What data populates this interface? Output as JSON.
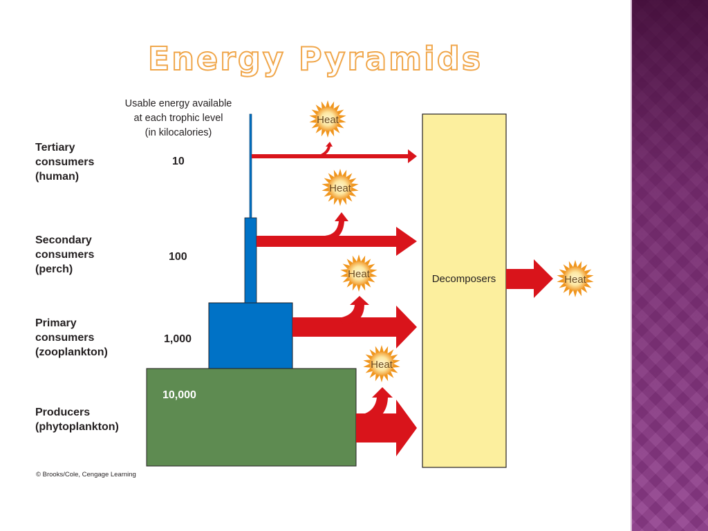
{
  "title": "Energy Pyramids",
  "header": "Usable energy available\nat each trophic level\n(in kilocalories)",
  "levels": [
    {
      "name": "Tertiary\nconsumers\n(human)",
      "energy": "10"
    },
    {
      "name": "Secondary\nconsumers\n(perch)",
      "energy": "100"
    },
    {
      "name": "Primary\nconsumers\n(zooplankton)",
      "energy": "1,000"
    },
    {
      "name": "Producers\n(phytoplankton)",
      "energy": "10,000"
    }
  ],
  "heat_label": "Heat",
  "decomposers_label": "Decomposers",
  "credit": "© Brooks/Cole, Cengage Learning",
  "colors": {
    "title_outline": "#f0a64a",
    "consumer_bar": "#0072c6",
    "producer_bar": "#5e8b51",
    "arrow": "#d9141b",
    "decomposers_fill": "#fcef9e",
    "sun_outer": "#f0961e",
    "sun_inner": "#fde7a2",
    "side_panel": "#8f3c8c"
  }
}
